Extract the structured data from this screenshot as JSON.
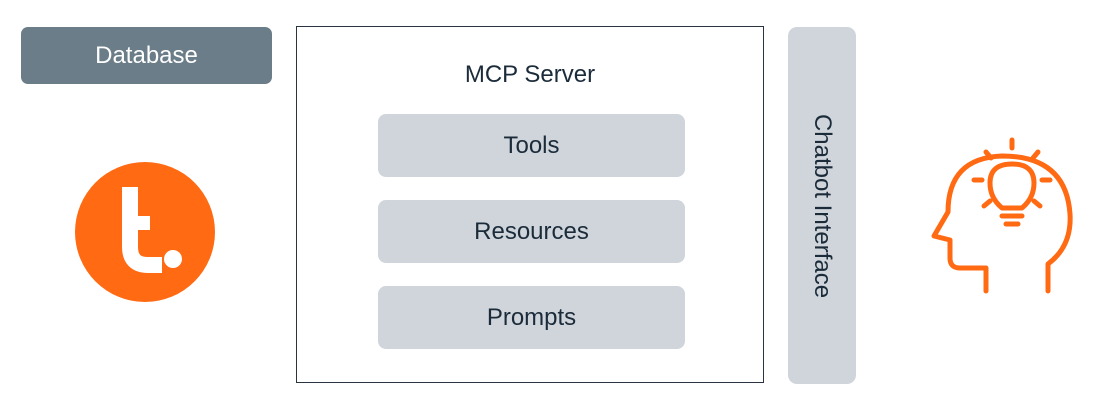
{
  "database": {
    "label": "Database"
  },
  "server": {
    "title": "MCP Server",
    "items": [
      {
        "label": "Tools"
      },
      {
        "label": "Resources"
      },
      {
        "label": "Prompts"
      }
    ]
  },
  "chatbot": {
    "label": "Chatbot Interface"
  },
  "icons": {
    "logo": "t-logo-icon",
    "user": "head-lightbulb-icon"
  },
  "colors": {
    "accent": "#ff6a13",
    "database_fill": "#6a7d88",
    "pill_fill": "#cfd5db",
    "text": "#1b2b3a"
  }
}
